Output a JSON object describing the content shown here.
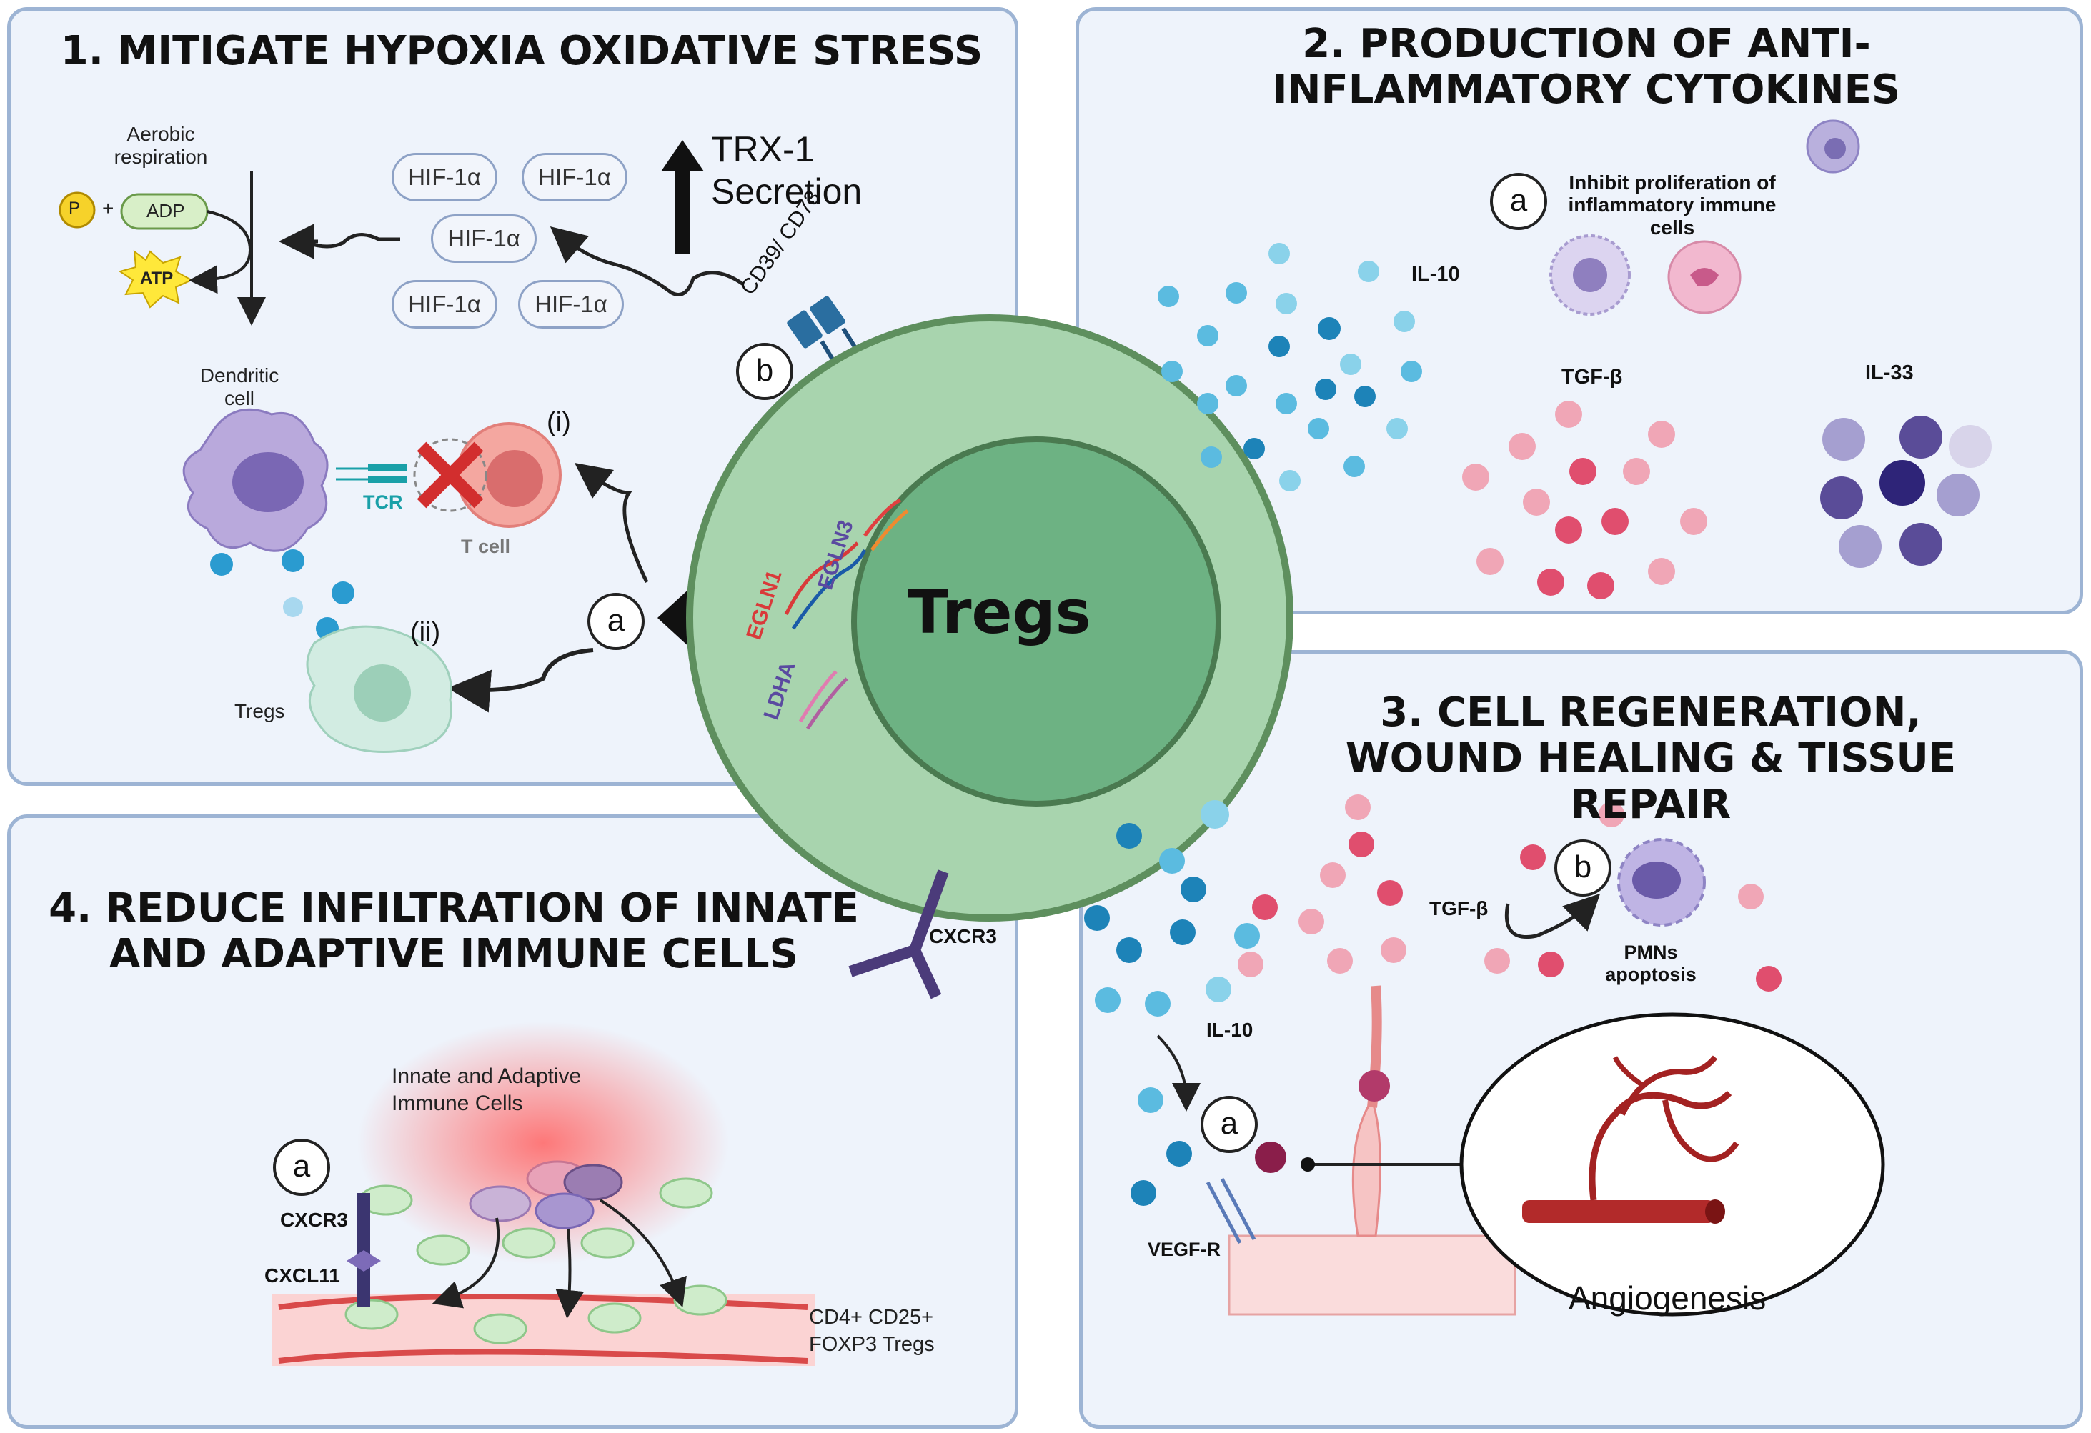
{
  "panel1": {
    "title": "1.  MITIGATE HYPOXIA OXIDATIVE STRESS",
    "aerobic": "Aerobic respiration",
    "p_label": "P",
    "plus": "+",
    "adp": "ADP",
    "atp": "ATP",
    "hif_labels": [
      "HIF-1α",
      "HIF-1α",
      "HIF-1α",
      "HIF-1α",
      "HIF-1α"
    ],
    "trx": "TRX-1 Secretion",
    "cd39": "CD39/ CD73",
    "circle_b": "b",
    "circle_a": "a",
    "dendritic": "Dendritic cell",
    "tcr": "TCR",
    "tcell": "T cell",
    "i_label": "(i)",
    "ii_label": "(ii)",
    "tregs_small": "Tregs"
  },
  "center": {
    "title": "Tregs",
    "genes": [
      "EGLN1",
      "EGLN3",
      "LDHA"
    ],
    "cxcr3": "CXCR3"
  },
  "panel2": {
    "title": "2. PRODUCTION OF ANTI-INFLAMMATORY CYTOKINES",
    "circle_a": "a",
    "inhibit": "Inhibit proliferation of inflammatory immune cells",
    "il10": "IL-10",
    "tgfb": "TGF-β",
    "il33": "IL-33"
  },
  "panel3": {
    "title": "3. CELL REGENERATION, WOUND HEALING & TISSUE REPAIR",
    "circle_b": "b",
    "tgfb": "TGF-β",
    "pmns": "PMNs apoptosis",
    "il10": "IL-10",
    "circle_a": "a",
    "vegfr": "VEGF-R",
    "angio": "Angiogenesis"
  },
  "panel4": {
    "title": "4. REDUCE INFILTRATION OF INNATE AND ADAPTIVE IMMUNE CELLS",
    "innate": "Innate and Adaptive Immune Cells",
    "circle_a": "a",
    "cxcr3": "CXCR3",
    "cxcl11": "CXCL11",
    "cd4": "CD4+ CD25+ FOXP3 Tregs"
  },
  "colors": {
    "panel_bg": "#eef3fb",
    "panel_border": "#9db4d4",
    "treg_outer": "#a8d4ae",
    "treg_inner": "#6db283",
    "il10_blue": "#2a9bd0",
    "tgfb_pink": "#e0607e",
    "il33_purple": "#5c4f9e"
  }
}
